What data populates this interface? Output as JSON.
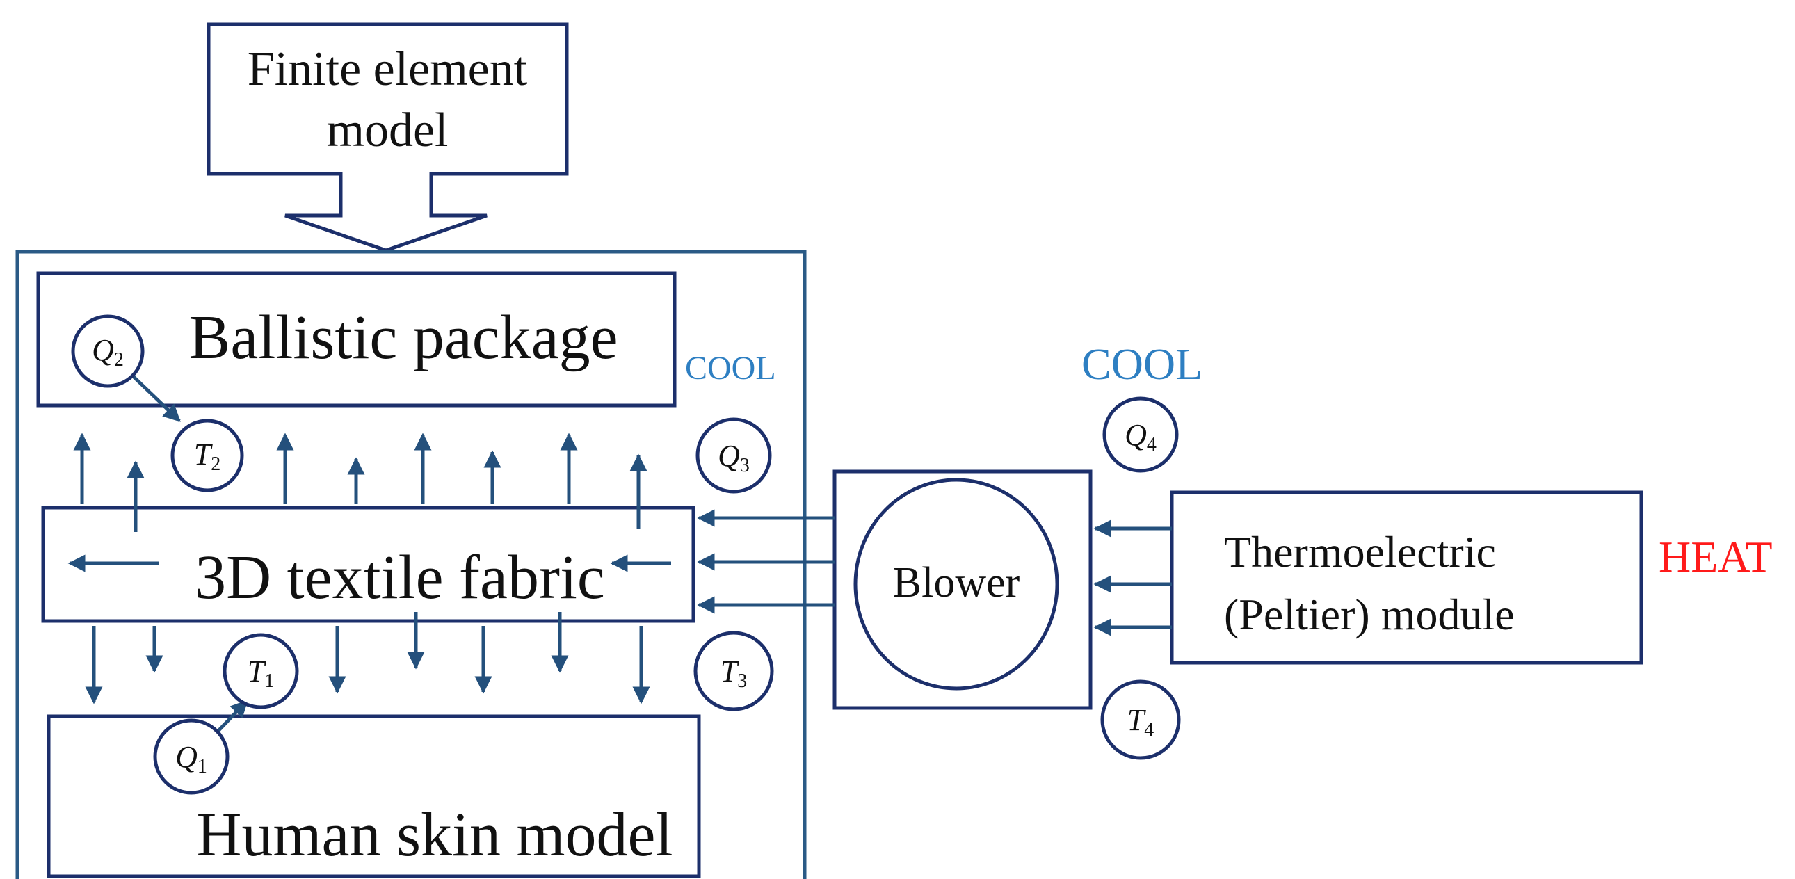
{
  "boxes": {
    "finite_element": {
      "line1": "Finite element",
      "line2": "model"
    },
    "ballistic": "Ballistic package",
    "fabric": "3D textile fabric",
    "skin": "Human skin model",
    "blower": "Blower",
    "thermo": {
      "line1": "Thermoelectric",
      "line2": "(Peltier) module"
    }
  },
  "labels": {
    "cool_small": "COOL",
    "cool_large": "COOL",
    "heat": "HEAT"
  },
  "nodes": {
    "q1": {
      "sym": "Q",
      "sub": "1"
    },
    "t1": {
      "sym": "T",
      "sub": "1"
    },
    "q2": {
      "sym": "Q",
      "sub": "2"
    },
    "t2": {
      "sym": "T",
      "sub": "2"
    },
    "q3": {
      "sym": "Q",
      "sub": "3"
    },
    "t3": {
      "sym": "T",
      "sub": "3"
    },
    "q4": {
      "sym": "Q",
      "sub": "4"
    },
    "t4": {
      "sym": "T",
      "sub": "4"
    }
  },
  "colors": {
    "box_stroke": "#1c2f6b",
    "arrow": "#24507c",
    "cool": "#2e7fc2",
    "heat": "#ff1a1a"
  }
}
